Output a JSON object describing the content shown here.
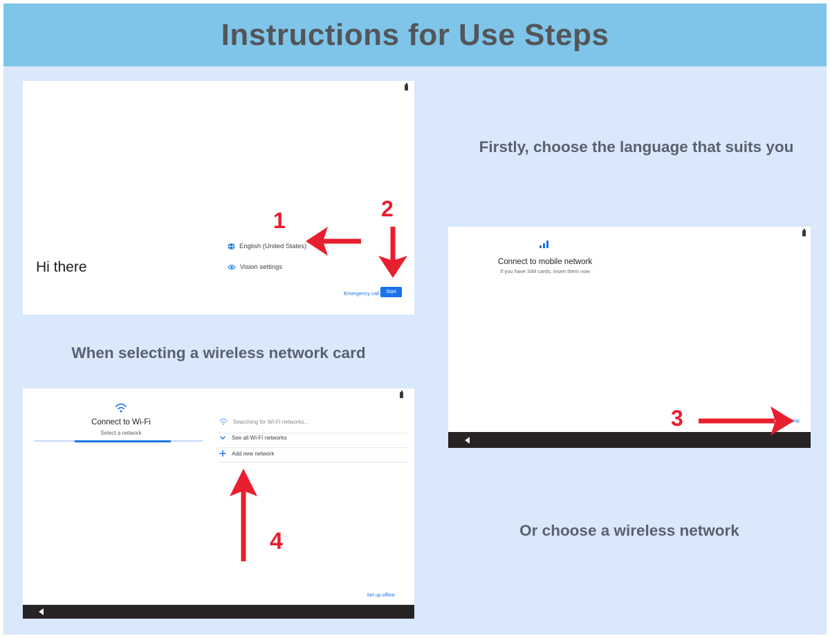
{
  "header": {
    "title": "Instructions for Use Steps"
  },
  "colors": {
    "header_bg": "#7ec5e9",
    "page_bg": "#d9e8fa",
    "accent_blue": "#1a73e8",
    "arrow_red": "#e81f2e",
    "caption_text": "#5a616e",
    "nav_bar": "#272223"
  },
  "captions": {
    "language": "Firstly, choose the language that suits you",
    "wifi_card": "When selecting a wireless network card",
    "wireless": "Or choose a wireless network"
  },
  "screens": {
    "hi_there": {
      "title": "Hi there",
      "language_label": "English (United States)",
      "vision_label": "Vision settings",
      "emergency_label": "Emergency call",
      "start_label": "Start"
    },
    "mobile_network": {
      "title": "Connect to mobile network",
      "subtitle": "If you have SIM cards, insert them now",
      "skip_label": "Skip"
    },
    "wifi": {
      "title": "Connect to Wi-Fi",
      "subtitle": "Select a network",
      "rows": [
        {
          "label": "Searching for Wi-Fi networks..."
        },
        {
          "label": "See all Wi-Fi networks"
        },
        {
          "label": "Add new network"
        }
      ],
      "offline_label": "Set up offline"
    }
  },
  "annotations": {
    "step1": "1",
    "step2": "2",
    "step3": "3",
    "step4": "4"
  }
}
